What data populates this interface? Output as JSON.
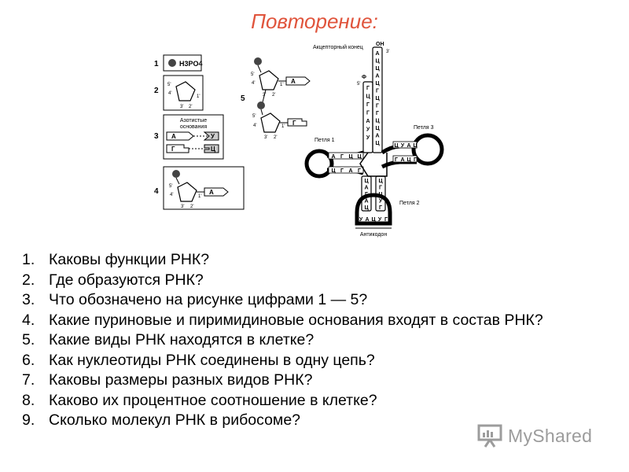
{
  "slide": {
    "title": "Повторение:"
  },
  "figure": {
    "left_labels": [
      "1",
      "2",
      "3",
      "4"
    ],
    "middle_label": "5",
    "phosphate_formula": "H3PO4",
    "carbon_labels": {
      "c5": "5'",
      "c4": "4'",
      "c3": "3'",
      "c2": "2'",
      "c1": "1'"
    },
    "bases_box_title_line1": "Азотистые",
    "bases_box_title_line2": "основания",
    "bases_pairs": [
      {
        "left": "А",
        "right": "У"
      },
      {
        "left": "Г",
        "right": "Ц"
      }
    ],
    "nucleotide_bases": {
      "n4": "А",
      "n5a": "А",
      "n5b": "Г"
    },
    "trna": {
      "acceptor_label": "Акцепторный конец",
      "oh": "ОН",
      "three_prime": "3'",
      "five_prime": "5'",
      "phi": "Ф",
      "loop1": "Петля 1",
      "loop2": "Петля 2",
      "loop3": "Петля 3",
      "anticodon": "Антикодон",
      "acceptor_right": [
        "А",
        "Ц",
        "Ц",
        "А",
        "Ц",
        "Г",
        "Ц",
        "Г",
        "Г",
        "Ц",
        "Ц",
        "А",
        "Ц"
      ],
      "acceptor_left": [
        "Г",
        "Ц",
        "Г",
        "Г",
        "А",
        "У",
        "У"
      ],
      "arm1_top": [
        "А",
        "Г",
        "Ц",
        "Ц"
      ],
      "arm1_bottom": [
        "Ц",
        "Г",
        "А",
        "Г"
      ],
      "arm3_top": [
        "Ц",
        "У",
        "А",
        "Ц"
      ],
      "arm3_bottom": [
        "Г",
        "А",
        "Ц",
        "Г"
      ],
      "anticodon_left": [
        "Ц",
        "А",
        "Г",
        "А",
        "Ц"
      ],
      "anticodon_right": [
        "Ц",
        "Г",
        "Ц",
        "У",
        "Г"
      ],
      "anticodon_loop": [
        "У",
        "А",
        "Ц",
        "У",
        "Г"
      ]
    }
  },
  "questions": [
    {
      "number": "1.",
      "text": "Каковы функции РНК?"
    },
    {
      "number": "2.",
      "text": "Где образуются РНК?"
    },
    {
      "number": "3.",
      "text": "Что обозначено на рисунке цифрами 1 — 5?"
    },
    {
      "number": "4.",
      "text": "Какие пуриновые и пиримидиновые основания входят в состав РНК?"
    },
    {
      "number": "5.",
      "text": "Какие виды РНК находятся в клетке?"
    },
    {
      "number": "6.",
      "text": "Как нуклеотиды РНК соединены в одну цепь?"
    },
    {
      "number": "7.",
      "text": "Каковы размеры разных видов РНК?"
    },
    {
      "number": "8.",
      "text": "Каково их процентное соотношение в клетке?"
    },
    {
      "number": "9.",
      "text": "Сколько молекул РНК в рибосоме?"
    }
  ],
  "watermark": {
    "text": "MyShared",
    "icon": "presentation-screen-icon",
    "color": "#9c9c9c"
  }
}
